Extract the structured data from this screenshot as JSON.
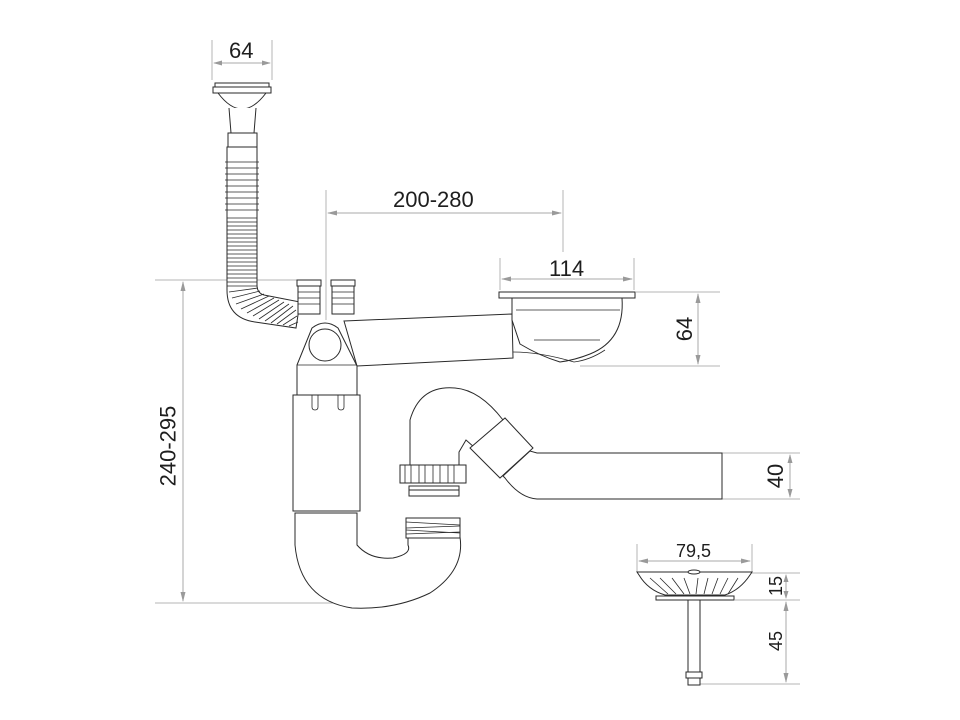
{
  "drawing": {
    "subject": "Sink siphon with overflow, flexible hose and strainer basket",
    "line_color": "#2a2a2a",
    "dimension_color": "#a8a8a8",
    "background": "#ffffff"
  },
  "dimensions": {
    "top_outlet_width": "64",
    "horizontal_reach": "200-280",
    "bowl_waste_width": "114",
    "bowl_waste_height": "64",
    "total_height": "240-295",
    "outlet_pipe_diameter": "40",
    "strainer_width": "79,5",
    "strainer_height": "15",
    "strainer_stem_length": "45"
  },
  "parts": [
    {
      "name": "overflow-outlet",
      "description": "Round overflow head with flexible corrugated hose"
    },
    {
      "name": "bowl-waste",
      "description": "114 mm bowl waste with basket"
    },
    {
      "name": "tee-connector",
      "description": "Tee with two hose spigots"
    },
    {
      "name": "s-trap",
      "description": "U-bend trap body"
    },
    {
      "name": "outlet-pipe",
      "description": "40 mm outlet pipe with swivel elbow and nut"
    },
    {
      "name": "strainer-plug",
      "description": "Basket strainer with stem"
    }
  ]
}
